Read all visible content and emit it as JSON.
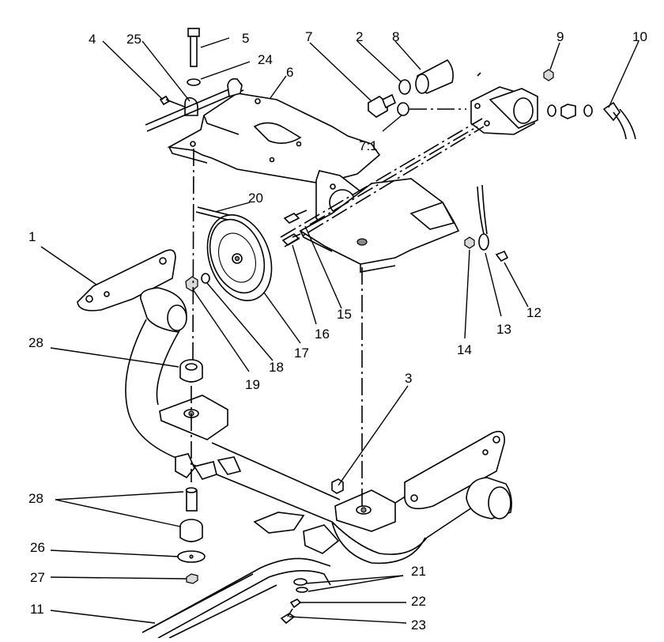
{
  "callouts": [
    "1",
    "2",
    "3",
    "4",
    "5",
    "6",
    "7",
    "7:1",
    "8",
    "9",
    "10",
    "11",
    "12",
    "13",
    "14",
    "15",
    "16",
    "17",
    "18",
    "19",
    "20",
    "21",
    "22",
    "23",
    "24",
    "25",
    "26",
    "27",
    "28",
    "28"
  ]
}
